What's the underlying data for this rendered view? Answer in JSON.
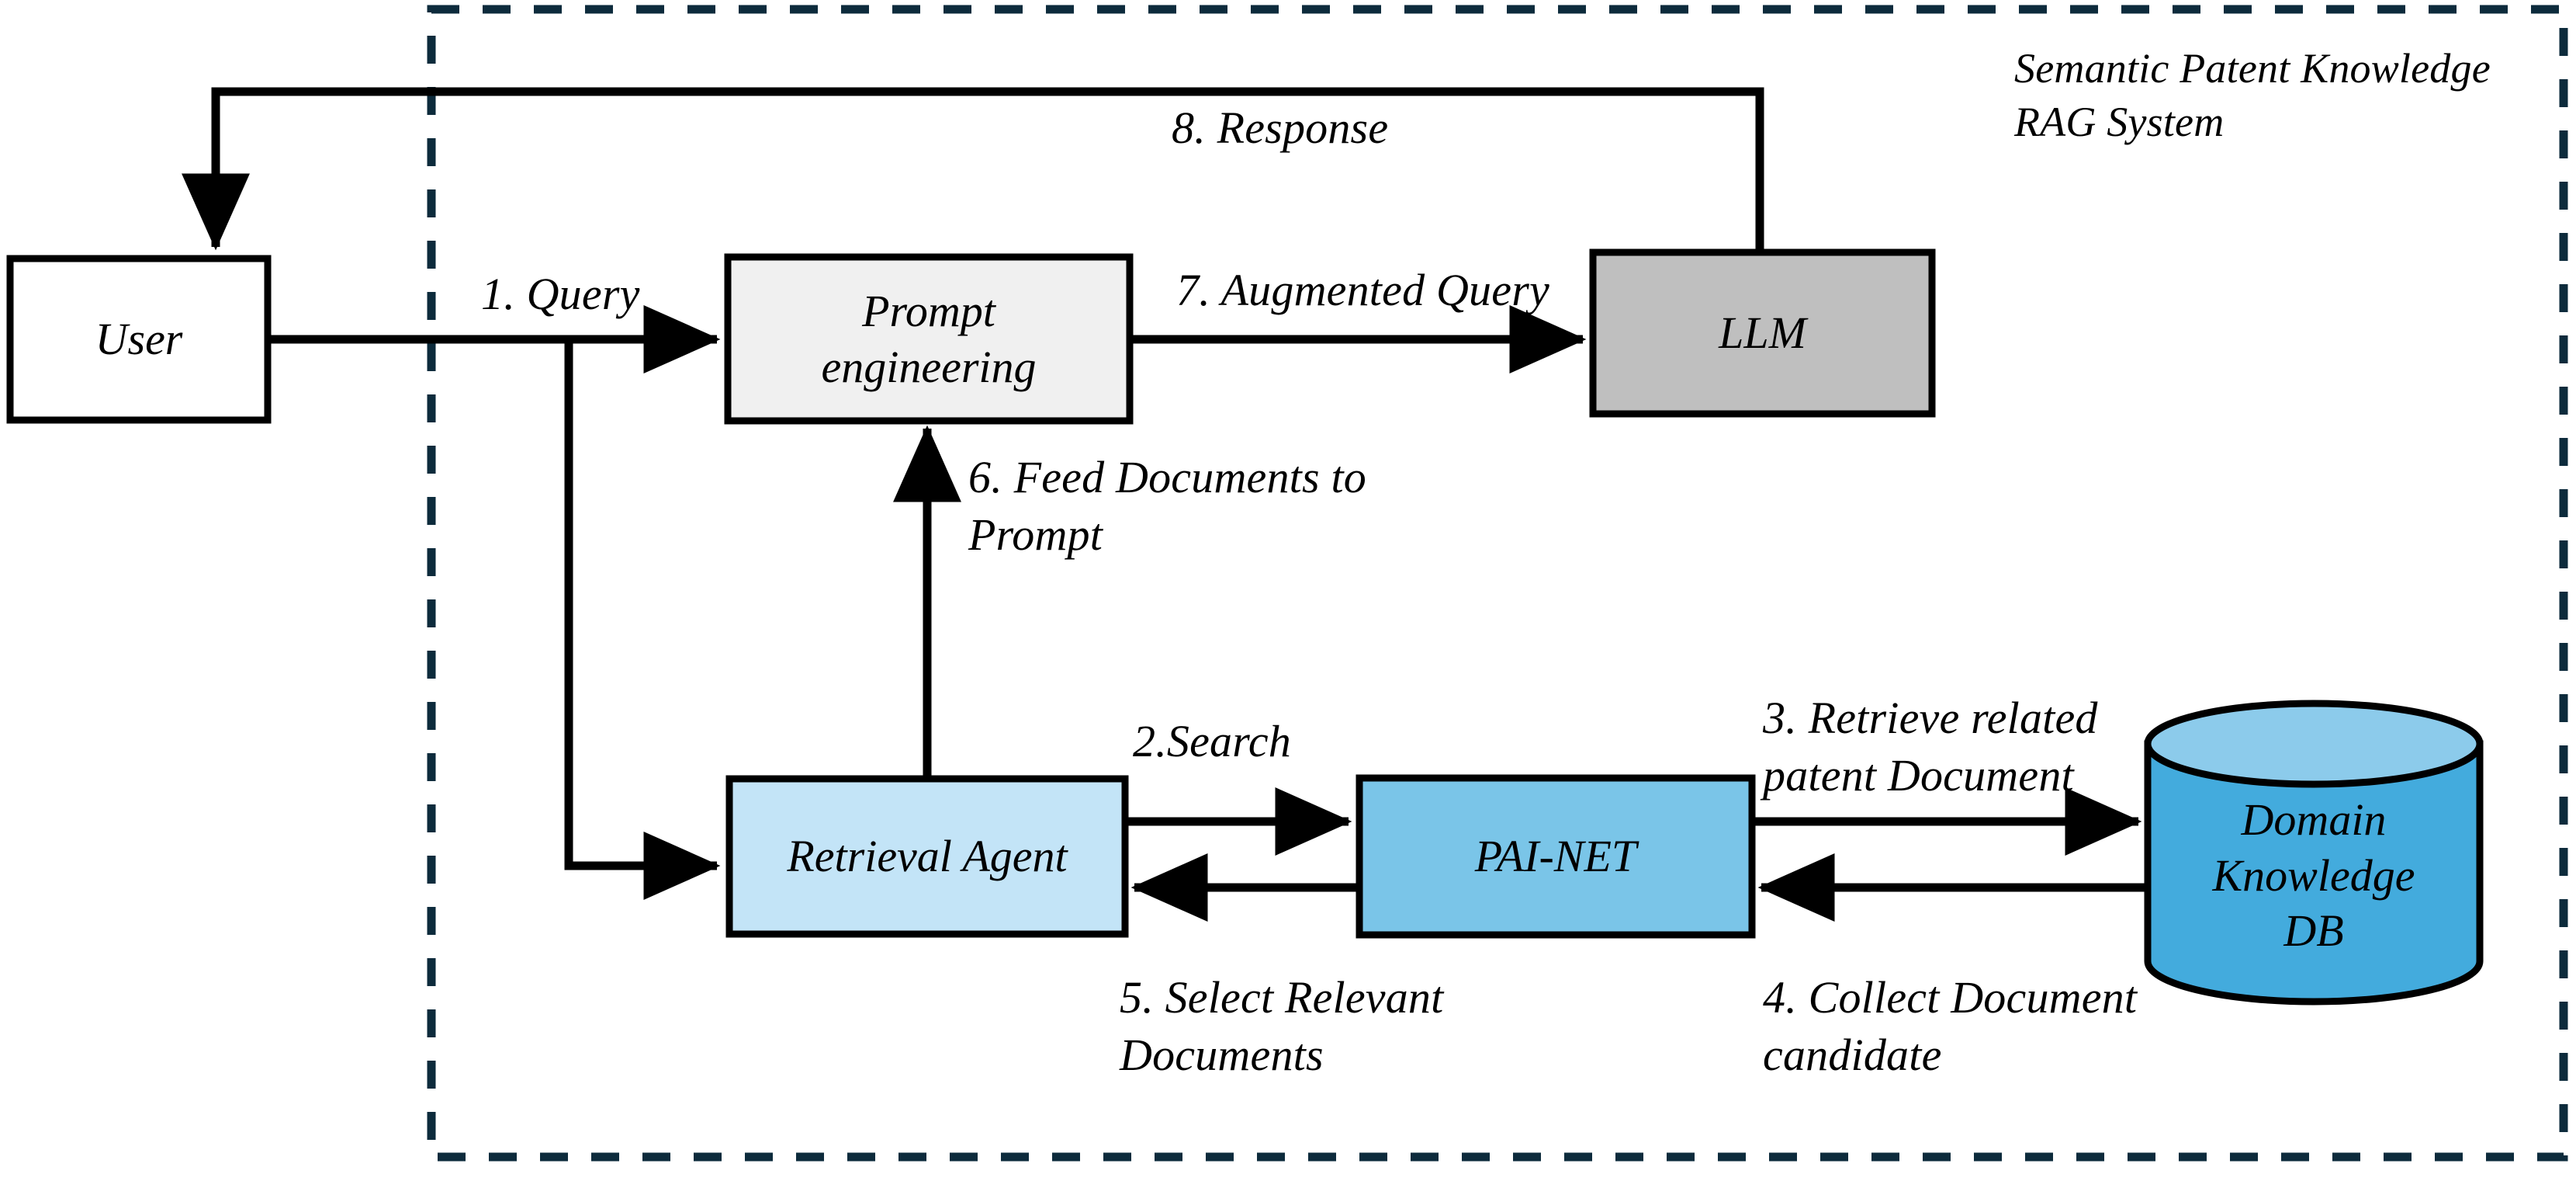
{
  "diagram": {
    "title": "Semantic Patent Knowledge RAG System",
    "title_line1": "Semantic Patent Knowledge",
    "title_line2": "RAG System",
    "boundary": {
      "style": "dashed",
      "color": "#0d2b3c"
    },
    "nodes": [
      {
        "id": "user",
        "label": "User",
        "shape": "rectangle",
        "fill": "#ffffff",
        "stroke": "#000000"
      },
      {
        "id": "prompt-engineering",
        "label": "Prompt\nengineering",
        "shape": "rectangle",
        "fill": "#f0f0f0",
        "stroke": "#000000"
      },
      {
        "id": "llm",
        "label": "LLM",
        "shape": "rectangle",
        "fill": "#bfbfbf",
        "stroke": "#000000"
      },
      {
        "id": "retrieval-agent",
        "label": "Retrieval Agent",
        "shape": "rectangle",
        "fill": "#c3e4f7",
        "stroke": "#000000"
      },
      {
        "id": "pai-net",
        "label": "PAI-NET",
        "shape": "rectangle",
        "fill": "#7ac5e8",
        "stroke": "#000000"
      },
      {
        "id": "domain-knowledge-db",
        "label": "Domain\nKnowledge\nDB",
        "shape": "cylinder",
        "fill": "#43abdd",
        "fill_top": "#8ccbeb",
        "stroke": "#000000"
      }
    ],
    "edges": [
      {
        "id": "e1",
        "label": "1. Query",
        "from": "user",
        "to": "prompt-engineering"
      },
      {
        "id": "e2",
        "label": "2.Search",
        "from": "retrieval-agent",
        "to": "pai-net"
      },
      {
        "id": "e3",
        "label": "3. Retrieve related\npatent Document",
        "from": "pai-net",
        "to": "domain-knowledge-db"
      },
      {
        "id": "e4",
        "label": "4. Collect Document\ncandidate",
        "from": "domain-knowledge-db",
        "to": "pai-net"
      },
      {
        "id": "e5",
        "label": "5. Select Relevant\nDocuments",
        "from": "pai-net",
        "to": "retrieval-agent"
      },
      {
        "id": "e6",
        "label": "6. Feed Documents to\nPrompt",
        "from": "retrieval-agent",
        "to": "prompt-engineering"
      },
      {
        "id": "e7",
        "label": "7. Augmented Query",
        "from": "prompt-engineering",
        "to": "llm"
      },
      {
        "id": "e8",
        "label": "8. Response",
        "from": "llm",
        "to": "user"
      }
    ]
  }
}
